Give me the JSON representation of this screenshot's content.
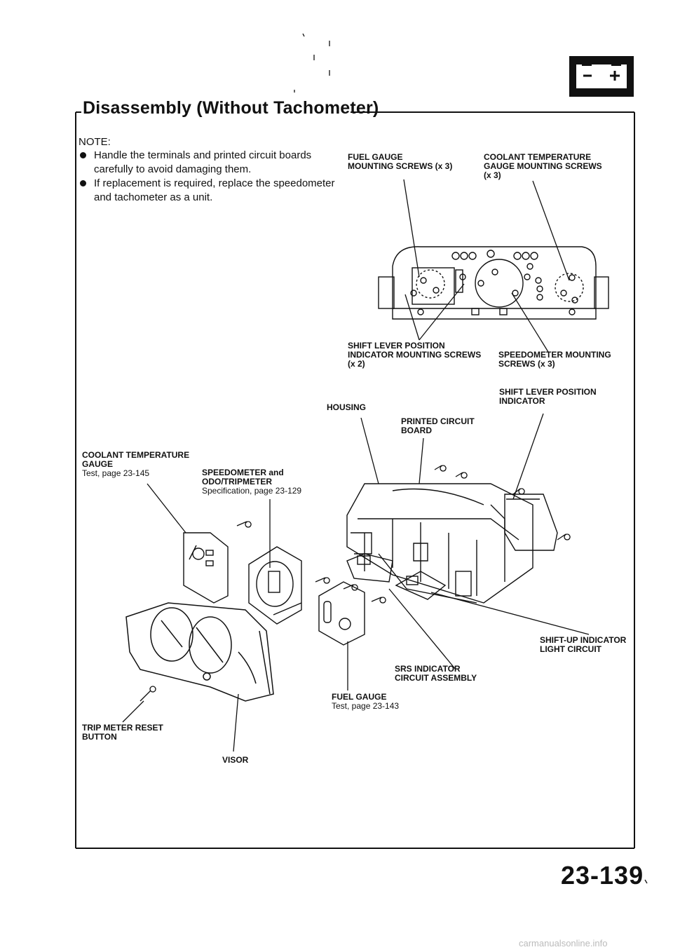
{
  "title": "Disassembly (Without Tachometer)",
  "note": {
    "heading": "NOTE:",
    "items": [
      [
        "Handle the terminals and printed circuit boards",
        "carefully to avoid damaging them."
      ],
      [
        "If replacement is required, replace the speedometer",
        "and tachometer as a unit."
      ]
    ]
  },
  "labels": {
    "fuel_gauge_screws": [
      "FUEL GAUGE",
      "MOUNTING SCREWS (x 3)"
    ],
    "coolant_gauge_screws": [
      "COOLANT TEMPERATURE",
      "GAUGE MOUNTING SCREWS",
      "(x 3)"
    ],
    "shift_indicator_screws": [
      "SHIFT LEVER POSITION",
      "INDICATOR MOUNTING SCREWS",
      "(x 2)"
    ],
    "speedometer_screws": [
      "SPEEDOMETER MOUNTING",
      "SCREWS (x 3)"
    ],
    "shift_indicator": [
      "SHIFT LEVER POSITION",
      "INDICATOR"
    ],
    "housing": "HOUSING",
    "printed_circuit_board": [
      "PRINTED CIRCUIT",
      "BOARD"
    ],
    "coolant_gauge": [
      "COOLANT TEMPERATURE",
      "GAUGE",
      "Test, page 23-145"
    ],
    "speedometer": [
      "SPEEDOMETER and",
      "ODO/TRIPMETER",
      "Specification, page 23-129"
    ],
    "shift_up": [
      "SHIFT-UP INDICATOR",
      "LIGHT CIRCUIT"
    ],
    "srs": [
      "SRS INDICATOR",
      "CIRCUIT ASSEMBLY"
    ],
    "fuel_gauge": [
      "FUEL GAUGE",
      "Test, page 23-143"
    ],
    "trip_button": [
      "TRIP METER RESET",
      "BUTTON"
    ],
    "visor": "VISOR"
  },
  "page_number": "23-139",
  "footer": "carmanualsonline.info",
  "icons": [
    "battery-icon"
  ]
}
